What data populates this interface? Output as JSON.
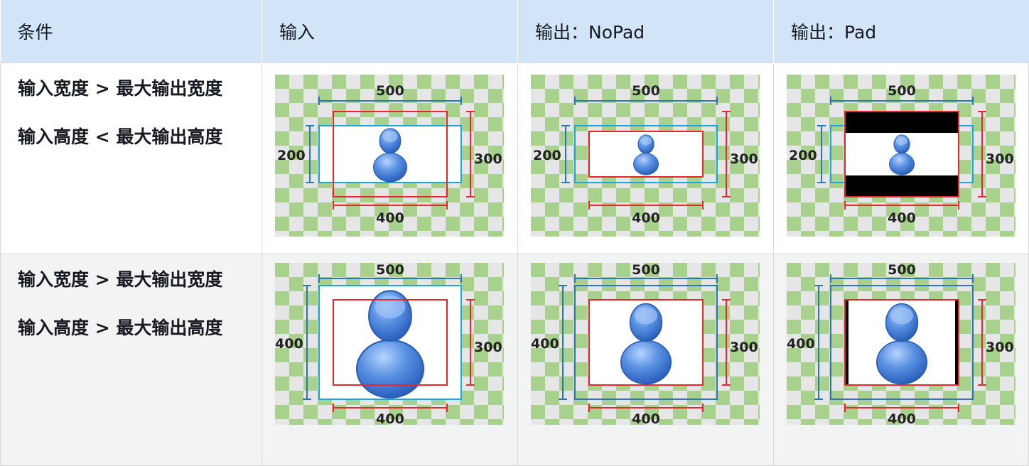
{
  "table": {
    "headers": [
      "条件",
      "输入",
      "输出：NoPad",
      "输出：Pad"
    ],
    "rows": [
      {
        "condition_line1": "输入宽度 > 最大输出宽度",
        "condition_line2": "输入高度 < 最大输出高度",
        "diagram_labels": {
          "top": "500",
          "left": "200",
          "right": "300",
          "bottom": "400"
        }
      },
      {
        "condition_line1": "输入宽度 > 最大输出宽度",
        "condition_line2": "输入高度 > 最大输出高度",
        "diagram_labels": {
          "top": "500",
          "left": "400",
          "right": "300",
          "bottom": "400"
        }
      }
    ]
  },
  "colors": {
    "header_bg": "#d1e4f8",
    "row2_bg": "#f2f3f3",
    "checker_green": "#a7d08c",
    "checker_gray": "#e0e0e0",
    "input_box": "#1aa7e0",
    "max_box": "#e8262b",
    "dimension_line_blue": "#2e75b6",
    "avatar_blue": "#4a86d8"
  },
  "icons": [
    "person-avatar-icon"
  ]
}
